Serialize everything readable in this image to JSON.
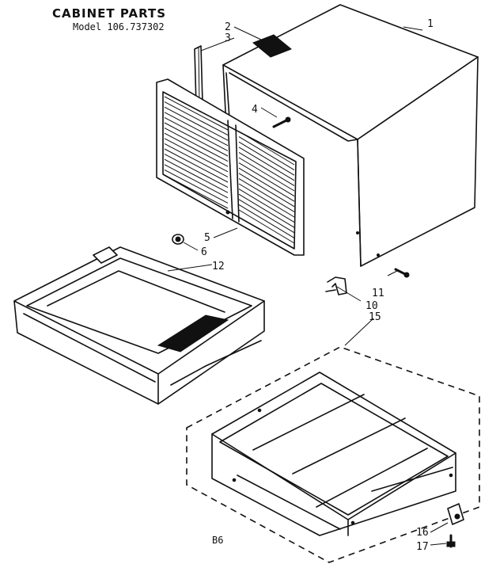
{
  "header": {
    "title": "CABINET PARTS",
    "model": "Model 106.737302"
  },
  "footer": {
    "page_code": "B6"
  },
  "callouts": [
    {
      "id": "1",
      "text": "1"
    },
    {
      "id": "2",
      "text": "2"
    },
    {
      "id": "3",
      "text": "3"
    },
    {
      "id": "4",
      "text": "4"
    },
    {
      "id": "5",
      "text": "5"
    },
    {
      "id": "6",
      "text": "6"
    },
    {
      "id": "10",
      "text": "10"
    },
    {
      "id": "11",
      "text": "11"
    },
    {
      "id": "12",
      "text": "12"
    },
    {
      "id": "15",
      "text": "15"
    },
    {
      "id": "16",
      "text": "16"
    },
    {
      "id": "17",
      "text": "17"
    }
  ]
}
